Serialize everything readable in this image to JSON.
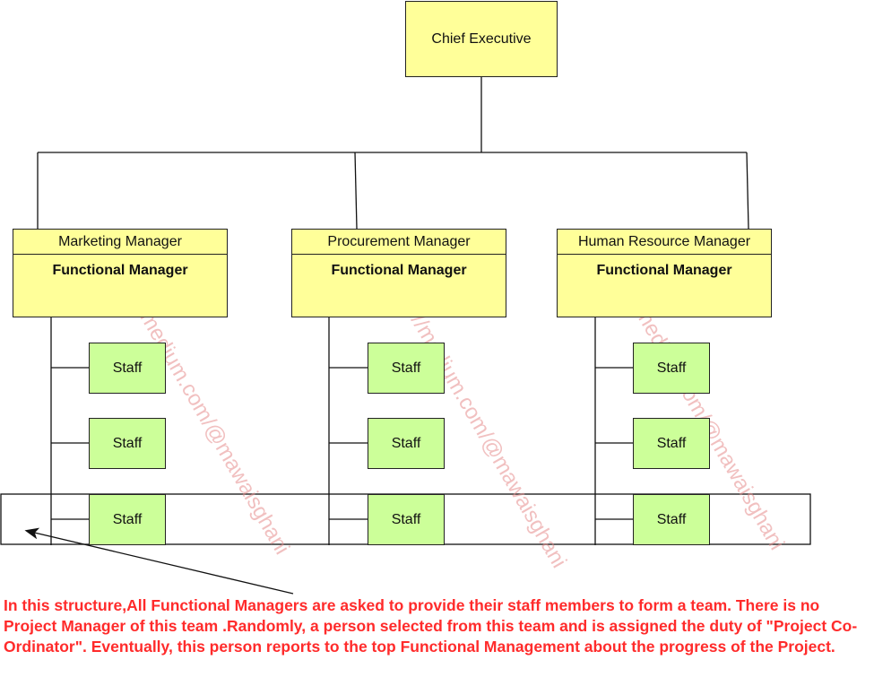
{
  "chief": {
    "label": "Chief Executive"
  },
  "managers": [
    {
      "title": "Marketing Manager",
      "role": "Functional Manager"
    },
    {
      "title": "Procurement Manager",
      "role": "Functional Manager"
    },
    {
      "title": "Human Resource Manager",
      "role": "Functional Manager"
    }
  ],
  "staff_label": "Staff",
  "watermark": "https://medium.com/@mawaisghani",
  "note": "In this structure,All Functional Managers are asked to provide their staff members to form a team. There is no Project Manager of this team .Randomly, a person selected from this team and is assigned the duty of \"Project Co-Ordinator\". Eventually, this person reports to the top Functional Management about the progress of the Project.",
  "colors": {
    "chief_fill": "#ffff99",
    "manager_fill": "#ffff99",
    "staff_fill": "#ccff99",
    "note_text": "#ff2b2b",
    "watermark": "#e68c8c"
  }
}
